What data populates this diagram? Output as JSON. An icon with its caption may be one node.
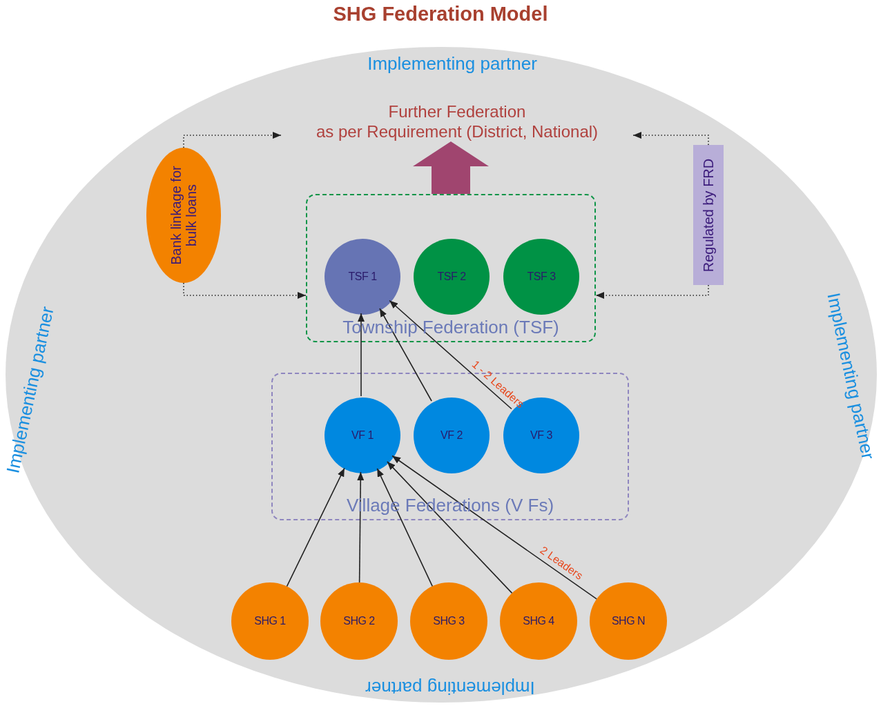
{
  "diagram": {
    "title": "SHG Federation Model",
    "nodes": [
      {
        "text": [
          "Implementing partner",
          "Implementing partner",
          "Implementing partner",
          "Implementing partner"
        ]
      },
      {
        "text": [
          "Further Federation",
          "as per Requirement (District, National)"
        ],
        "in": 0
      },
      {
        "text": [
          "Bank linkage for bulk loans"
        ],
        "in": 0
      },
      {
        "text": [
          "Regulated by FRD"
        ],
        "in": 0
      },
      {
        "text": [
          "Township Federation (TSF)"
        ],
        "in": 0
      },
      {
        "text": [
          "TSF 1"
        ],
        "in": 4
      },
      {
        "text": [
          "TSF 2"
        ],
        "in": 4
      },
      {
        "text": [
          "TSF 3"
        ],
        "in": 4
      },
      {
        "text": [
          "Village Federations (V Fs)"
        ],
        "in": 0
      },
      {
        "text": [
          "VF 1"
        ],
        "in": 8
      },
      {
        "text": [
          "VF 2"
        ],
        "in": 8
      },
      {
        "text": [
          "VF 3"
        ],
        "in": 8
      },
      {
        "text": [
          "SHG 1"
        ],
        "in": 0
      },
      {
        "text": [
          "SHG 2"
        ],
        "in": 0
      },
      {
        "text": [
          "SHG 3"
        ],
        "in": 0
      },
      {
        "text": [
          "SHG 4"
        ],
        "in": 0
      },
      {
        "text": [
          "SHG N"
        ],
        "in": 0
      }
    ],
    "edges": [
      {
        "from": 4,
        "to": 1,
        "arrow": "to",
        "style": "thick",
        "color": "#a0456f"
      },
      {
        "from": 2,
        "to": 1,
        "arrow": "to",
        "style": "dashed"
      },
      {
        "from": 2,
        "to": 4,
        "arrow": "to",
        "style": "dashed"
      },
      {
        "from": 3,
        "to": 1,
        "arrow": "to",
        "style": "dashed"
      },
      {
        "from": 3,
        "to": 4,
        "arrow": "to",
        "style": "dashed"
      },
      {
        "from": 9,
        "to": 5,
        "arrow": "to"
      },
      {
        "from": 10,
        "to": 5,
        "arrow": "to"
      },
      {
        "from": 11,
        "to": 5,
        "arrow": "to",
        "label": "1 - 2 Leaders"
      },
      {
        "from": 12,
        "to": 9,
        "arrow": "to"
      },
      {
        "from": 13,
        "to": 9,
        "arrow": "to"
      },
      {
        "from": 14,
        "to": 9,
        "arrow": "to"
      },
      {
        "from": 15,
        "to": 9,
        "arrow": "to"
      },
      {
        "from": 16,
        "to": 9,
        "arrow": "to",
        "label": "2 Leaders"
      }
    ]
  }
}
